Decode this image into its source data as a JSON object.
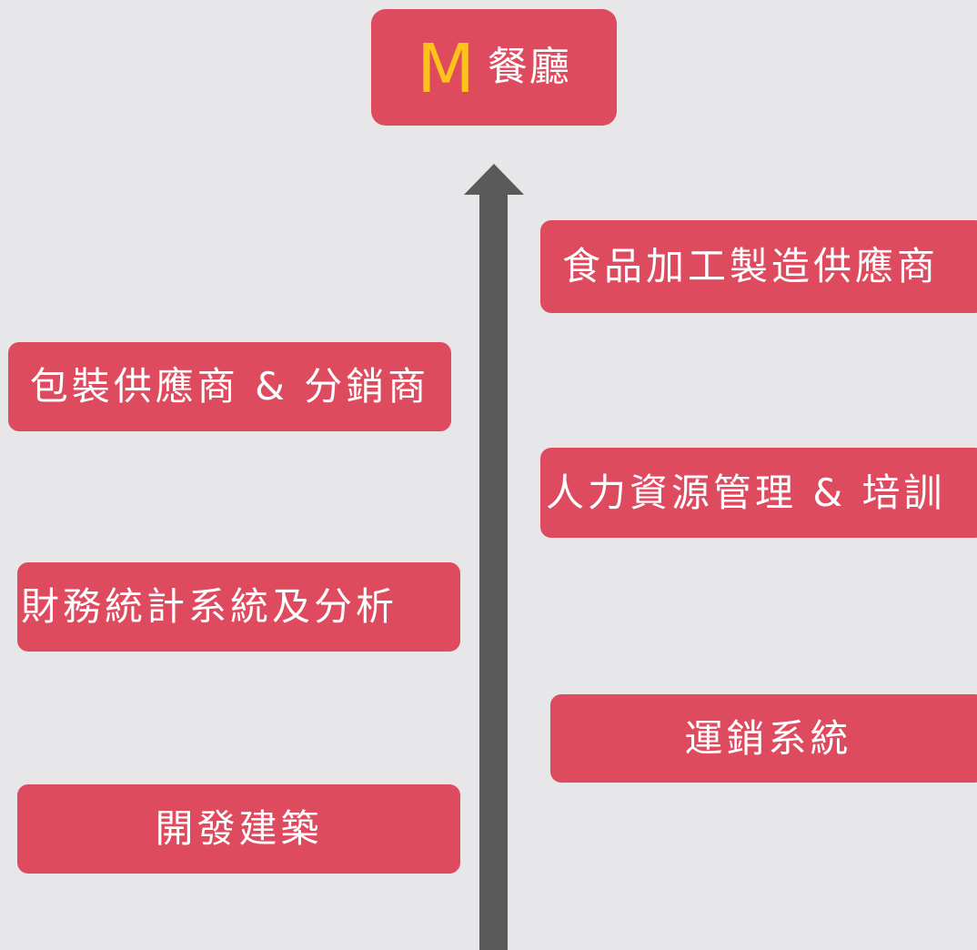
{
  "diagram": {
    "top_node": {
      "logo_letter": "M",
      "label": "餐廳"
    },
    "nodes": {
      "food_supplier": "食品加工製造供應商",
      "packaging": "包裝供應商 & 分銷商",
      "hr": "人力資源管理 & 培訓",
      "finance": "財務統計系統及分析",
      "logistics": "運銷系統",
      "development": "開發建築"
    },
    "colors": {
      "background": "#e7e7ea",
      "box": "#de4a5e",
      "text": "#ffffff",
      "logo": "#ffc21a",
      "arrow": "#5a5a5a"
    }
  }
}
